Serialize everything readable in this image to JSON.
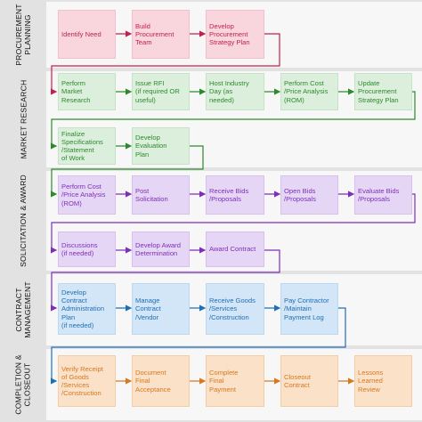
{
  "lanes": [
    {
      "label": "PROCUREMENT\nPLANNING",
      "color": "#c0224e"
    },
    {
      "label": "MARKET RESEARCH",
      "color": "#2c8a2c"
    },
    {
      "label": "SOLICITATION & AWARD",
      "color": "#7e2fb8"
    },
    {
      "label": "CONTRACT\nMANAGEMENT",
      "color": "#1e6fb8"
    },
    {
      "label": "COMPLETION &\nCLOSEOUT",
      "color": "#d7791f"
    }
  ],
  "nodes": {
    "identify_need": "Identify Need",
    "build_team": "Build\nProcurement\nTeam",
    "develop_strategy": "Develop\nProcurement\nStrategy Plan",
    "perform_market_research": "Perform\nMarket\nResearch",
    "issue_rfi": "Issue RFI\n(if required OR\nuseful)",
    "host_industry_day": "Host Industry\nDay (as\nneeded)",
    "perform_cost_rom_1": "Perform Cost\n/Price Analysis\n(ROM)",
    "update_strategy": "Update\nProcurement\nStrategy Plan",
    "finalize_specs": "Finalize\nSpecifications\n/Statement\nof Work",
    "develop_eval_plan": "Develop\nEvaluation\nPlan",
    "perform_cost_rom_2": "Perform Cost\n/Price Analysis\n(ROM)",
    "post_solicitation": "Post\nSolicitation",
    "receive_bids": "Receive Bids\n/Proposals",
    "open_bids": "Open Bids\n/Proposals",
    "evaluate_bids": "Evaluate Bids\n/Proposals",
    "discussions": "Discussions\n(if needed)",
    "develop_award": "Develop Award\nDetermination",
    "award_contract": "Award Contract",
    "develop_admin_plan": "Develop\nContract\nAdministration\nPlan\n(if needed)",
    "manage_contract": "Manage\nContract\n/Vendor",
    "receive_goods": "Receive Goods\n/Services\n/Construction",
    "pay_contractor": "Pay Contractor\n/Maintain\nPayment Log",
    "verify_receipt": "Verify Receipt\nof Goods\n/Services\n/Construction",
    "document_acceptance": "Document\nFinal\nAcceptance",
    "complete_payment": "Complete\nFinal\nPayment",
    "closeout_contract": "Closeout\nContract",
    "lessons_learned": "Lessons\nLearned\nReview"
  },
  "colors": {
    "planning": "#c0224e",
    "research": "#2c8a2c",
    "solicitation": "#7e2fb8",
    "management": "#1e6fb8",
    "closeout": "#d7791f"
  }
}
